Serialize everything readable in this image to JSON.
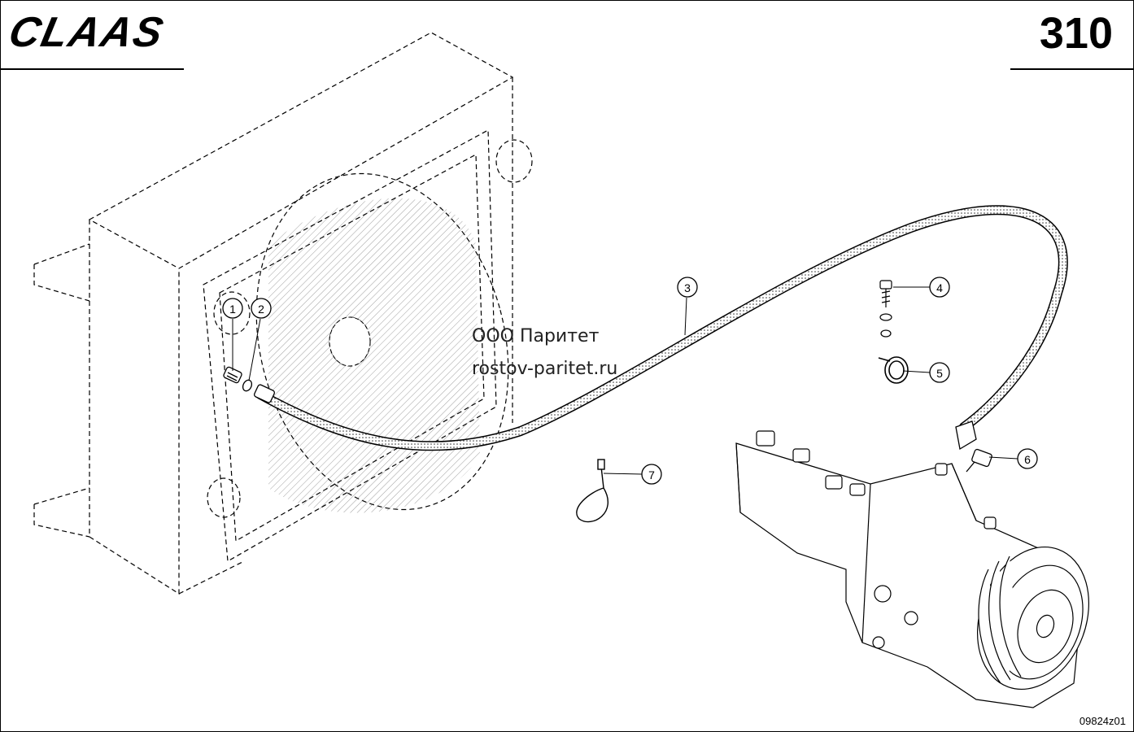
{
  "header": {
    "brand": "CLAAS",
    "page_number": "310"
  },
  "watermark": {
    "company": "ООО Паритет",
    "site": "rostov-paritet.ru"
  },
  "footer": {
    "drawing_code": "09824z01"
  },
  "callouts": [
    "1",
    "2",
    "3",
    "4",
    "5",
    "6",
    "7"
  ]
}
